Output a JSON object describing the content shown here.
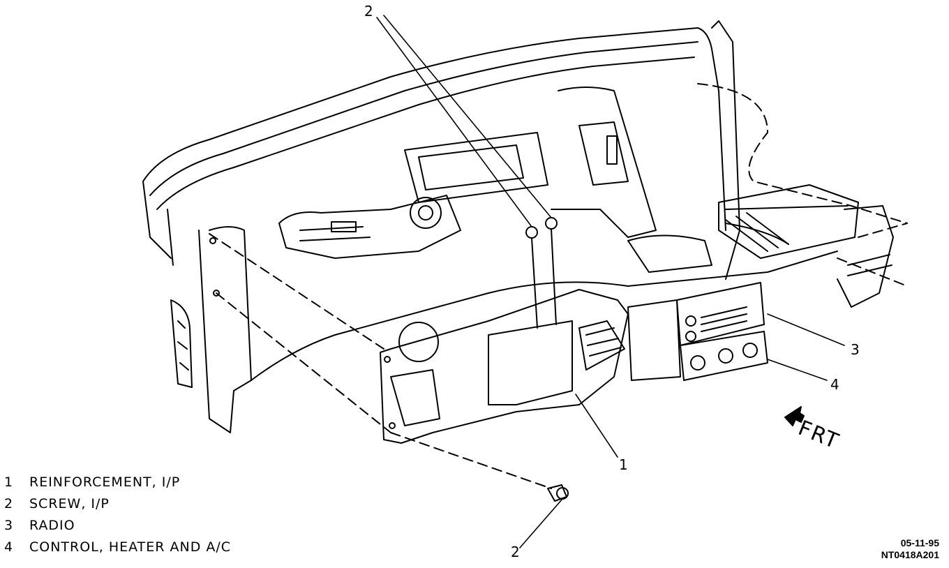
{
  "callouts": {
    "top_screw": "2",
    "reinforcement": "1",
    "radio": "3",
    "control": "4",
    "bottom_screw": "2"
  },
  "legend": [
    {
      "num": "1",
      "label": "REINFORCEMENT, I/P"
    },
    {
      "num": "2",
      "label": "SCREW, I/P"
    },
    {
      "num": "3",
      "label": "RADIO"
    },
    {
      "num": "4",
      "label": "CONTROL, HEATER AND A/C"
    }
  ],
  "direction": "FRT",
  "stamp": {
    "date": "05-11-95",
    "code": "NT0418A201"
  }
}
